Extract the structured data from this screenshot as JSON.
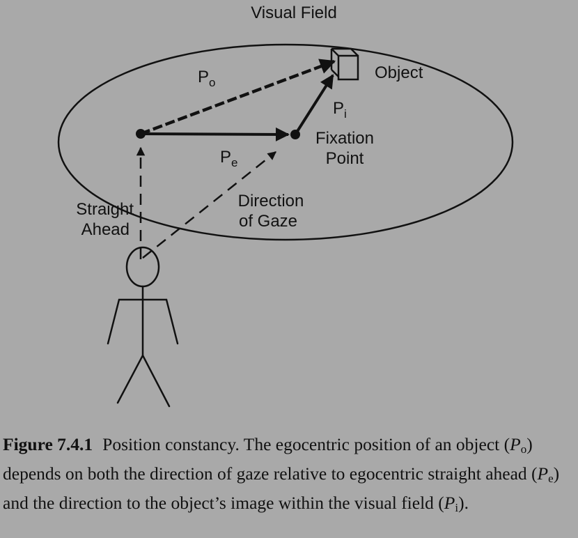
{
  "diagram": {
    "visual_field_label": "Visual Field",
    "object_label": "Object",
    "p_o_main": "P",
    "p_o_sub": "o",
    "p_i_main": "P",
    "p_i_sub": "i",
    "p_e_main": "P",
    "p_e_sub": "e",
    "fixation_line1": "Fixation",
    "fixation_line2": "Point",
    "direction_line1": "Direction",
    "direction_line2": "of Gaze",
    "straight_line1": "Straight",
    "straight_line2": "Ahead"
  },
  "caption": {
    "figure_number": "Figure 7.4.1",
    "text_1": "Position constancy. The egocentric position of an object (",
    "p": "P",
    "sub_o": "o",
    "text_2": ") depends on both the direction of gaze relative to egocentric straight ahead (",
    "sub_e": "e",
    "text_3": ") and the direction to the object’s image within the visual field (",
    "sub_i": "i",
    "text_4": ")."
  },
  "colors": {
    "background": "#a9a9a9",
    "ink": "#111111"
  }
}
